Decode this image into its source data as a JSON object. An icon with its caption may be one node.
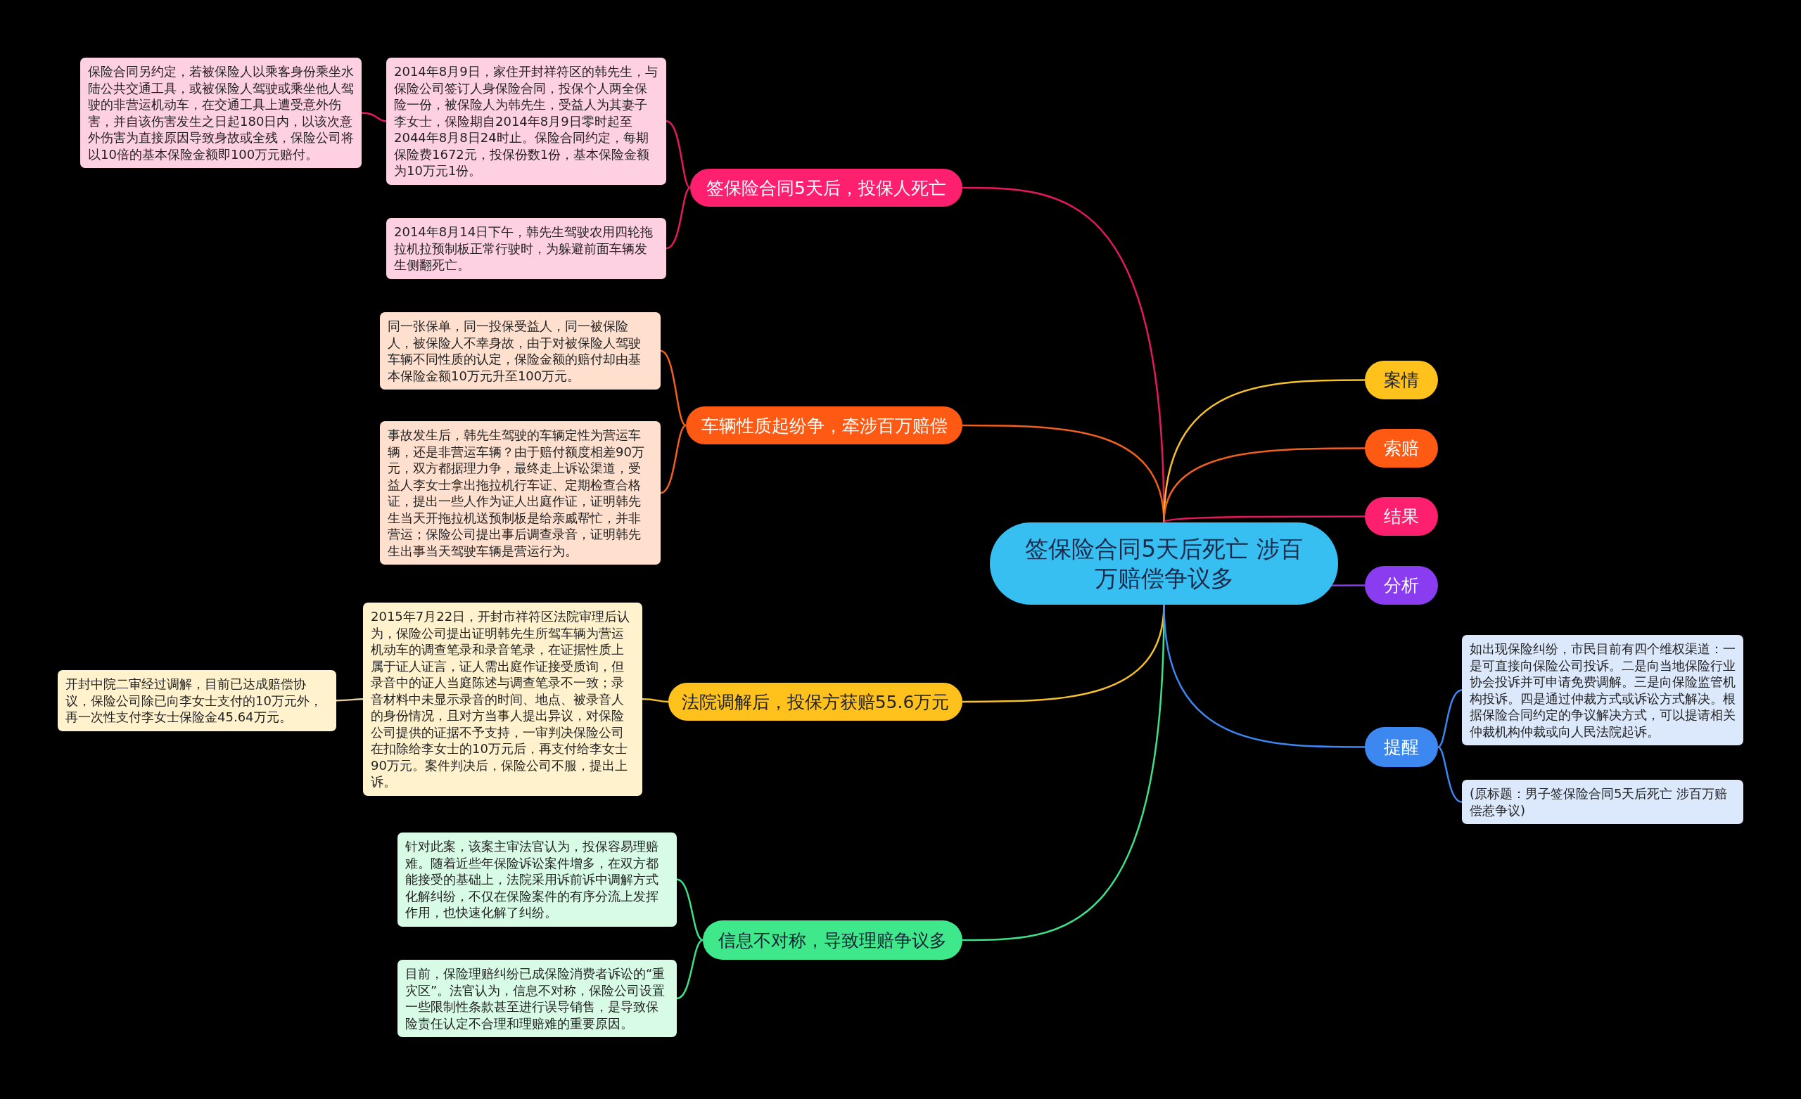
{
  "diagram": {
    "nodes": [
      {
        "text": [
          "签保险合同5天后死亡 涉百万赔偿争议多"
        ]
      },
      {
        "text": [
          "签保险合同5天后，投保人死亡"
        ]
      },
      {
        "text": [
          "2014年8月9日，家住开封祥符区的韩先生，与保险公司签订人身保险合同，投保个人两全保险一份，被保险人为韩先生，受益人为其妻子李女士，保险期自2014年8月9日零时起至2044年8月8日24时止。保险合同约定，每期保险费1672元，投保份数1份，基本保险金额为10万元1份。"
        ]
      },
      {
        "text": [
          "保险合同另约定，若被保险人以乘客身份乘坐水陆公共交通工具，或被保险人驾驶或乘坐他人驾驶的非营运机动车，在交通工具上遭受意外伤害，并自该伤害发生之日起180日内，以该次意外伤害为直接原因导致身故或全残，保险公司将以10倍的基本保险金额即100万元赔付。"
        ]
      },
      {
        "text": [
          "2014年8月14日下午，韩先生驾驶农用四轮拖拉机拉预制板正常行驶时，为躲避前面车辆发生侧翻死亡。"
        ]
      },
      {
        "text": [
          "车辆性质起纷争，牵涉百万赔偿"
        ]
      },
      {
        "text": [
          "同一张保单，同一投保受益人，同一被保险人，被保险人不幸身故，由于对被保险人驾驶车辆不同性质的认定，保险金额的赔付却由基本保险金额10万元升至100万元。"
        ]
      },
      {
        "text": [
          "事故发生后，韩先生驾驶的车辆定性为营运车辆，还是非营运车辆？由于赔付额度相差90万元，双方都据理力争，最终走上诉讼渠道，受益人李女士拿出拖拉机行车证、定期检查合格证，提出一些人作为证人出庭作证，证明韩先生当天开拖拉机送预制板是给亲戚帮忙，并非营运；保险公司提出事后调查录音，证明韩先生出事当天驾驶车辆是营运行为。"
        ]
      },
      {
        "text": [
          "法院调解后，投保方获赔55.6万元"
        ]
      },
      {
        "text": [
          "2015年7月22日，开封市祥符区法院审理后认为，保险公司提出证明韩先生所驾车辆为营运机动车的调查笔录和录音笔录，在证据性质上属于证人证言，证人需出庭作证接受质询，但录音中的证人当庭陈述与调查笔录不一致；录音材料中未显示录音的时间、地点、被录音人的身份情况，且对方当事人提出异议，对保险公司提供的证据不予支持，一审判决保险公司在扣除给李女士的10万元后，再支付给李女士90万元。案件判决后，保险公司不服，提出上诉。"
        ]
      },
      {
        "text": [
          "开封中院二审经过调解，目前已达成赔偿协议，保险公司除已向李女士支付的10万元外，再一次性支付李女士保险金45.64万元。"
        ]
      },
      {
        "text": [
          "信息不对称，导致理赔争议多"
        ]
      },
      {
        "text": [
          "针对此案，该案主审法官认为，投保容易理赔难。随着近些年保险诉讼案件增多，在双方都能接受的基础上，法院采用诉前诉中调解方式化解纠纷，不仅在保险案件的有序分流上发挥作用，也快速化解了纠纷。"
        ]
      },
      {
        "text": [
          "目前，保险理赔纠纷已成保险消费者诉讼的“重灾区”。法官认为，信息不对称，保险公司设置一些限制性条款甚至进行误导销售，是导致保险责任认定不合理和理赔难的重要原因。"
        ]
      },
      {
        "text": [
          "案情"
        ]
      },
      {
        "text": [
          "索赔"
        ]
      },
      {
        "text": [
          "结果"
        ]
      },
      {
        "text": [
          "分析"
        ]
      },
      {
        "text": [
          "提醒"
        ]
      },
      {
        "text": [
          "如出现保险纠纷，市民目前有四个维权渠道：一是可直接向保险公司投诉。二是向当地保险行业协会投诉并可申请免费调解。三是向保险监管机构投诉。四是通过仲裁方式或诉讼方式解决。根据保险合同约定的争议解决方式，可以提请相关仲裁机构仲裁或向人民法院起诉。"
        ]
      },
      {
        "text": [
          "(原标题：男子签保险合同5天后死亡 涉百万赔偿惹争议)"
        ]
      }
    ],
    "edges": [
      {
        "from": 0,
        "to": 1,
        "arrow": "none",
        "color": "#e8185f"
      },
      {
        "from": 1,
        "to": 2,
        "arrow": "none",
        "color": "#e8185f"
      },
      {
        "from": 2,
        "to": 3,
        "arrow": "none",
        "color": "#e8185f"
      },
      {
        "from": 1,
        "to": 4,
        "arrow": "none",
        "color": "#e8185f"
      },
      {
        "from": 0,
        "to": 5,
        "arrow": "none",
        "color": "#f0601e"
      },
      {
        "from": 5,
        "to": 6,
        "arrow": "none",
        "color": "#f0601e"
      },
      {
        "from": 5,
        "to": 7,
        "arrow": "none",
        "color": "#f0601e"
      },
      {
        "from": 0,
        "to": 8,
        "arrow": "none",
        "color": "#f5c02a"
      },
      {
        "from": 8,
        "to": 9,
        "arrow": "none",
        "color": "#f5c02a"
      },
      {
        "from": 9,
        "to": 10,
        "arrow": "none",
        "color": "#e6d09a"
      },
      {
        "from": 0,
        "to": 11,
        "arrow": "none",
        "color": "#3fe08a"
      },
      {
        "from": 11,
        "to": 12,
        "arrow": "none",
        "color": "#3fe08a"
      },
      {
        "from": 11,
        "to": 13,
        "arrow": "none",
        "color": "#3fe08a"
      },
      {
        "from": 0,
        "to": 14,
        "arrow": "none",
        "color": "#f5c02a"
      },
      {
        "from": 0,
        "to": 15,
        "arrow": "none",
        "color": "#f0601e"
      },
      {
        "from": 0,
        "to": 16,
        "arrow": "none",
        "color": "#e8185f"
      },
      {
        "from": 0,
        "to": 17,
        "arrow": "none",
        "color": "#8a3cf0"
      },
      {
        "from": 0,
        "to": 18,
        "arrow": "none",
        "color": "#3c88f0"
      },
      {
        "from": 18,
        "to": 19,
        "arrow": "none",
        "color": "#3c88f0"
      },
      {
        "from": 18,
        "to": 20,
        "arrow": "none",
        "color": "#3c88f0"
      }
    ]
  }
}
